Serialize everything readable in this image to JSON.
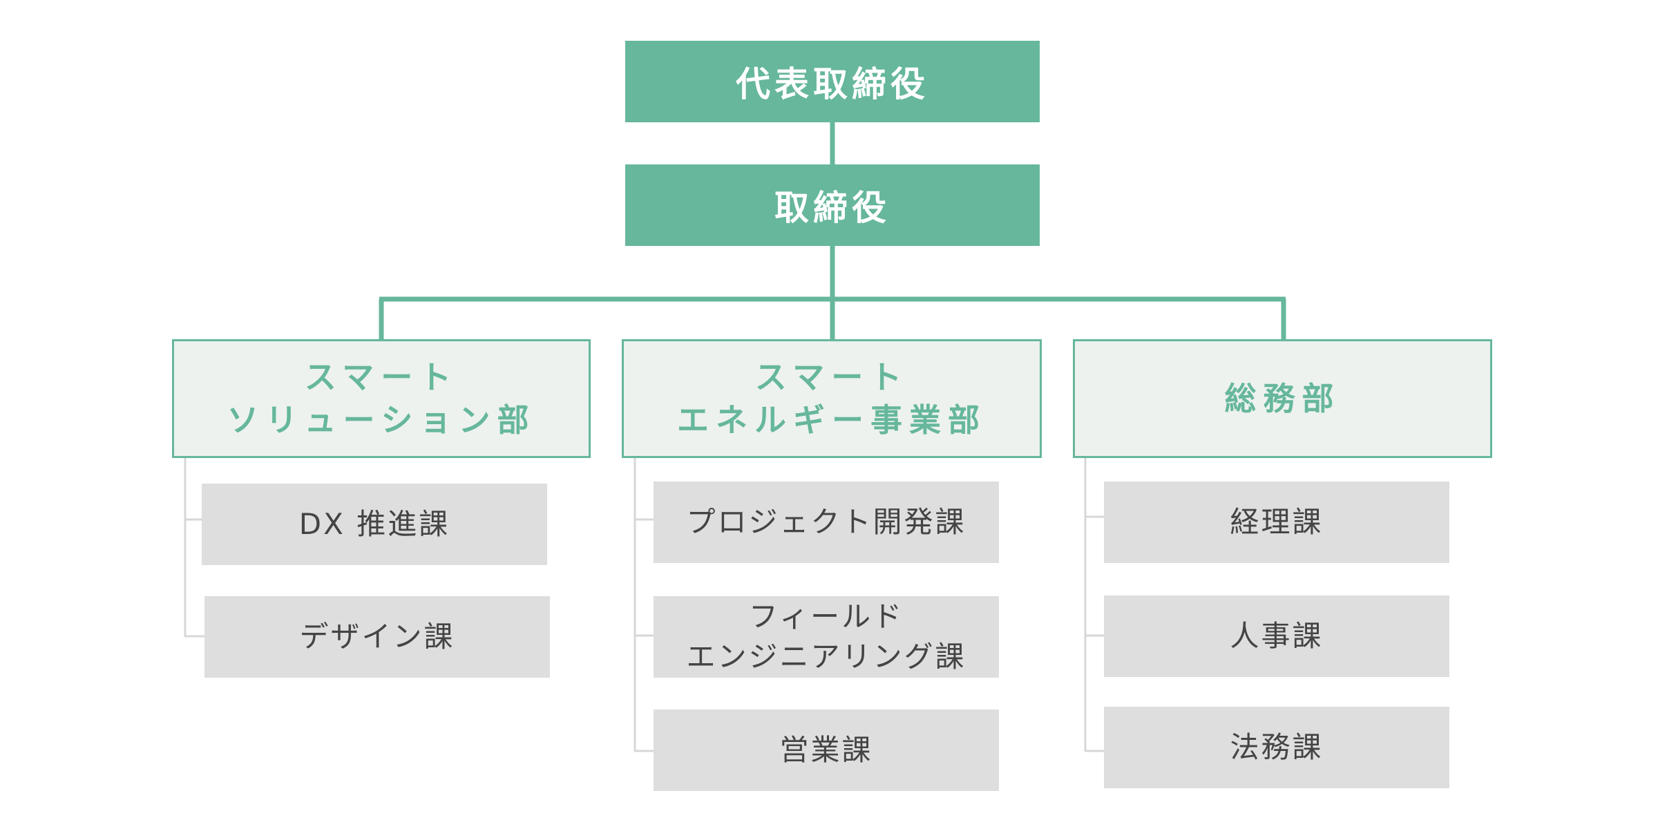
{
  "colors": {
    "accent": "#66b79b",
    "dept_fill": "#edf2ef",
    "section_fill": "#dedede",
    "connector_gray": "#d7d7d7"
  },
  "org": {
    "ceo": "代表取締役",
    "directors": "取締役",
    "departments": [
      {
        "name": "スマート\nソリューション部",
        "sections": [
          "DX 推進課",
          "デザイン課"
        ]
      },
      {
        "name": "スマート\nエネルギー事業部",
        "sections": [
          "プロジェクト開発課",
          "フィールド\nエンジニアリング課",
          "営業課"
        ]
      },
      {
        "name": "総務部",
        "sections": [
          "経理課",
          "人事課",
          "法務課"
        ]
      }
    ]
  }
}
